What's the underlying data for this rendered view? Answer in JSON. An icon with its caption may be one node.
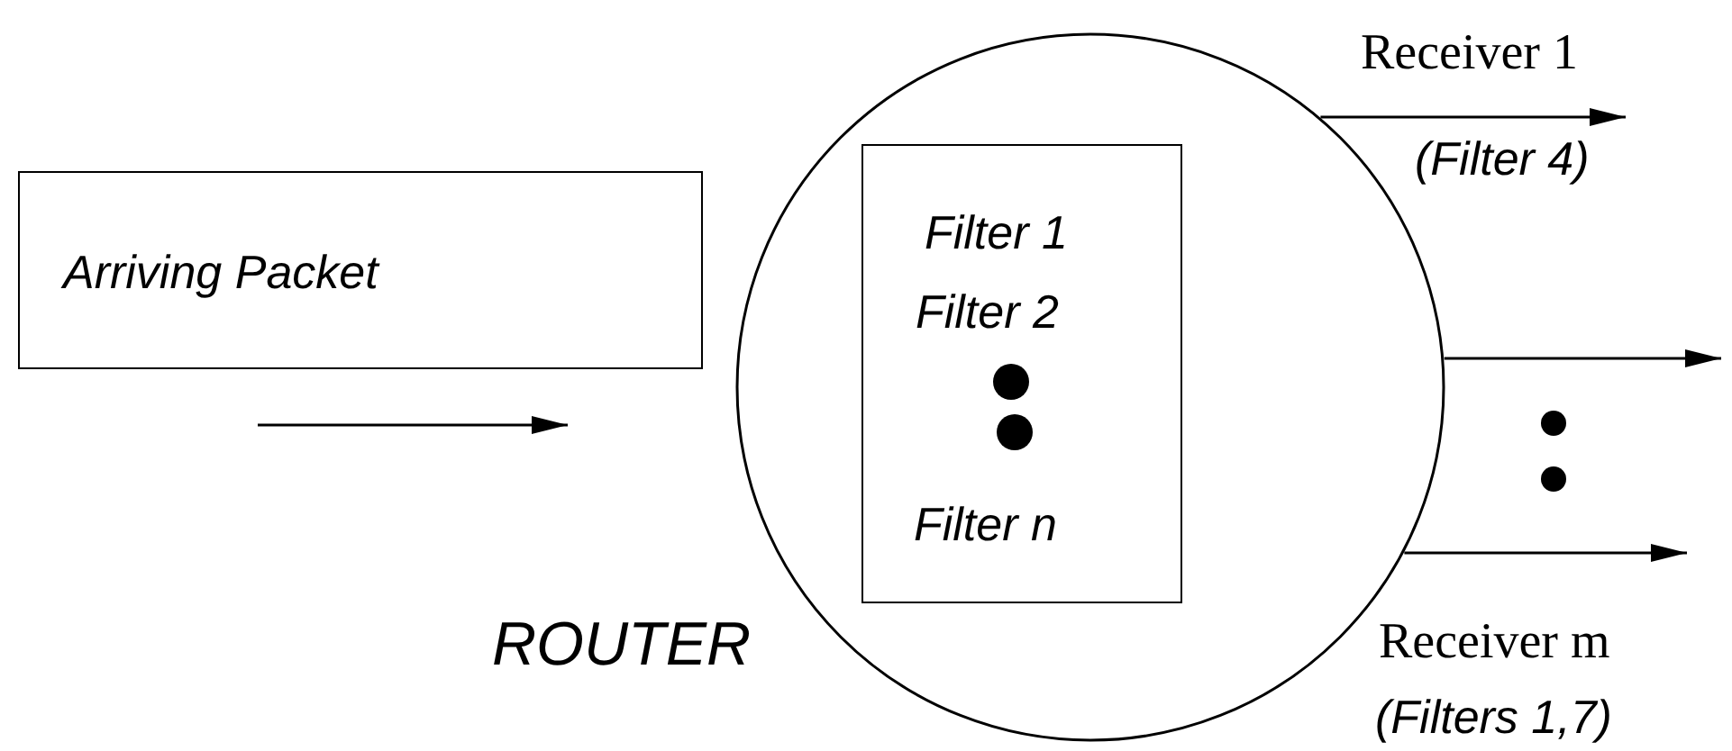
{
  "diagram": {
    "nodes": [
      {
        "text": [
          "Arriving Packet"
        ]
      },
      {
        "text": [
          "ROUTER"
        ]
      },
      {
        "text": [
          "Filter 1",
          "Filter 2",
          "Filter n"
        ],
        "in": 1
      }
    ],
    "edges": [
      {
        "from": 1,
        "to": null,
        "arrow": "to"
      },
      {
        "from": 1,
        "to": null,
        "arrow": "to"
      },
      {
        "from": 1,
        "to": null,
        "arrow": "to"
      }
    ],
    "labels": [
      "Receiver 1",
      "(Filter 4)",
      "Receiver m",
      "(Filters 1,7)"
    ]
  }
}
